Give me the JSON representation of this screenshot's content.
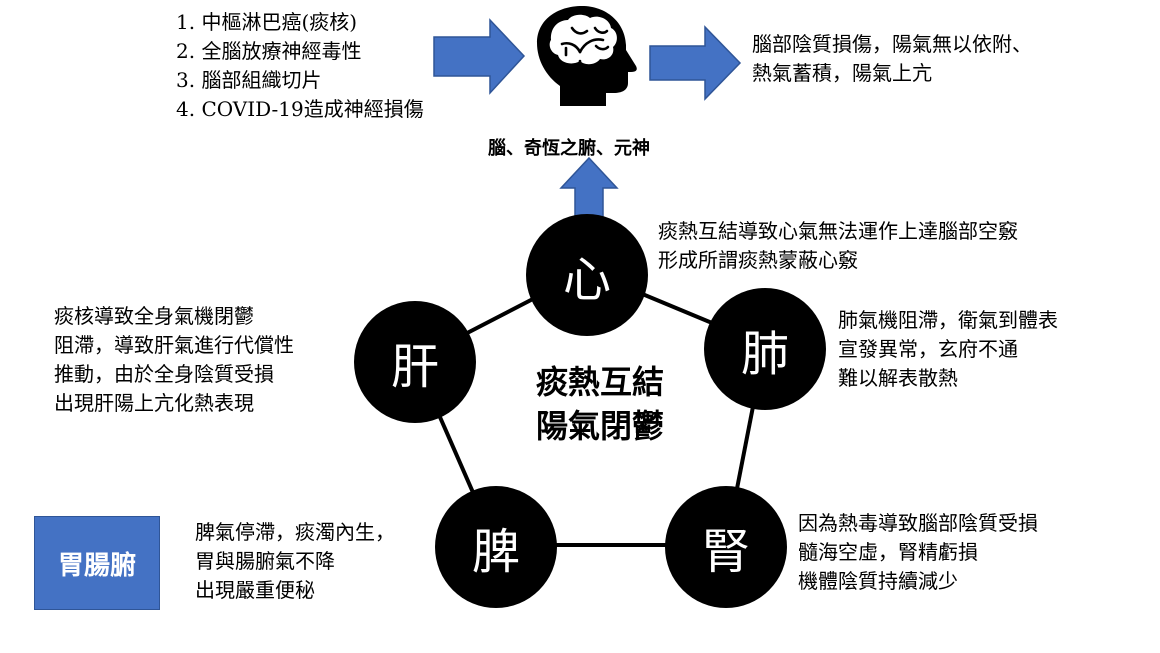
{
  "colors": {
    "arrow_fill": "#4472c4",
    "arrow_stroke": "#2f5597",
    "box_fill": "#4472c4",
    "node_fill": "#000000",
    "edge": "#000000"
  },
  "brain": {
    "icon": "brain-head-icon",
    "label": "腦、奇恆之腑、元神"
  },
  "causes": [
    "1. 中樞淋巴癌(痰核)",
    "2. 全腦放療神經毒性",
    "3. 腦部組織切片",
    "4. COVID-19造成神經損傷"
  ],
  "brain_effect": [
    "腦部陰質損傷，陽氣無以依附、",
    "熱氣蓄積，陽氣上亢"
  ],
  "center": [
    "痰熱互結",
    "陽氣閉鬱"
  ],
  "nodes": {
    "heart": "心",
    "lung": "肺",
    "kidney": "腎",
    "spleen": "脾",
    "liver": "肝"
  },
  "notes": {
    "heart": [
      "痰熱互結導致心氣無法運作上達腦部空竅",
      "形成所謂痰熱蒙蔽心竅"
    ],
    "lung": [
      "肺氣機阻滯，衛氣到體表",
      "宣發異常，玄府不通",
      "難以解表散熱"
    ],
    "kidney": [
      "因為熱毒導致腦部陰質受損",
      "髓海空虛，腎精虧損",
      "機體陰質持續減少"
    ],
    "spleen": [
      "脾氣停滯，痰濁內生，",
      "胃與腸腑氣不降",
      "出現嚴重便秘"
    ],
    "liver": [
      "痰核導致全身氣機閉鬱",
      "阻滯，導致肝氣進行代償性",
      "推動，由於全身陰質受損",
      "出現肝陽上亢化熱表現"
    ]
  },
  "stomach_box": "胃腸腑"
}
